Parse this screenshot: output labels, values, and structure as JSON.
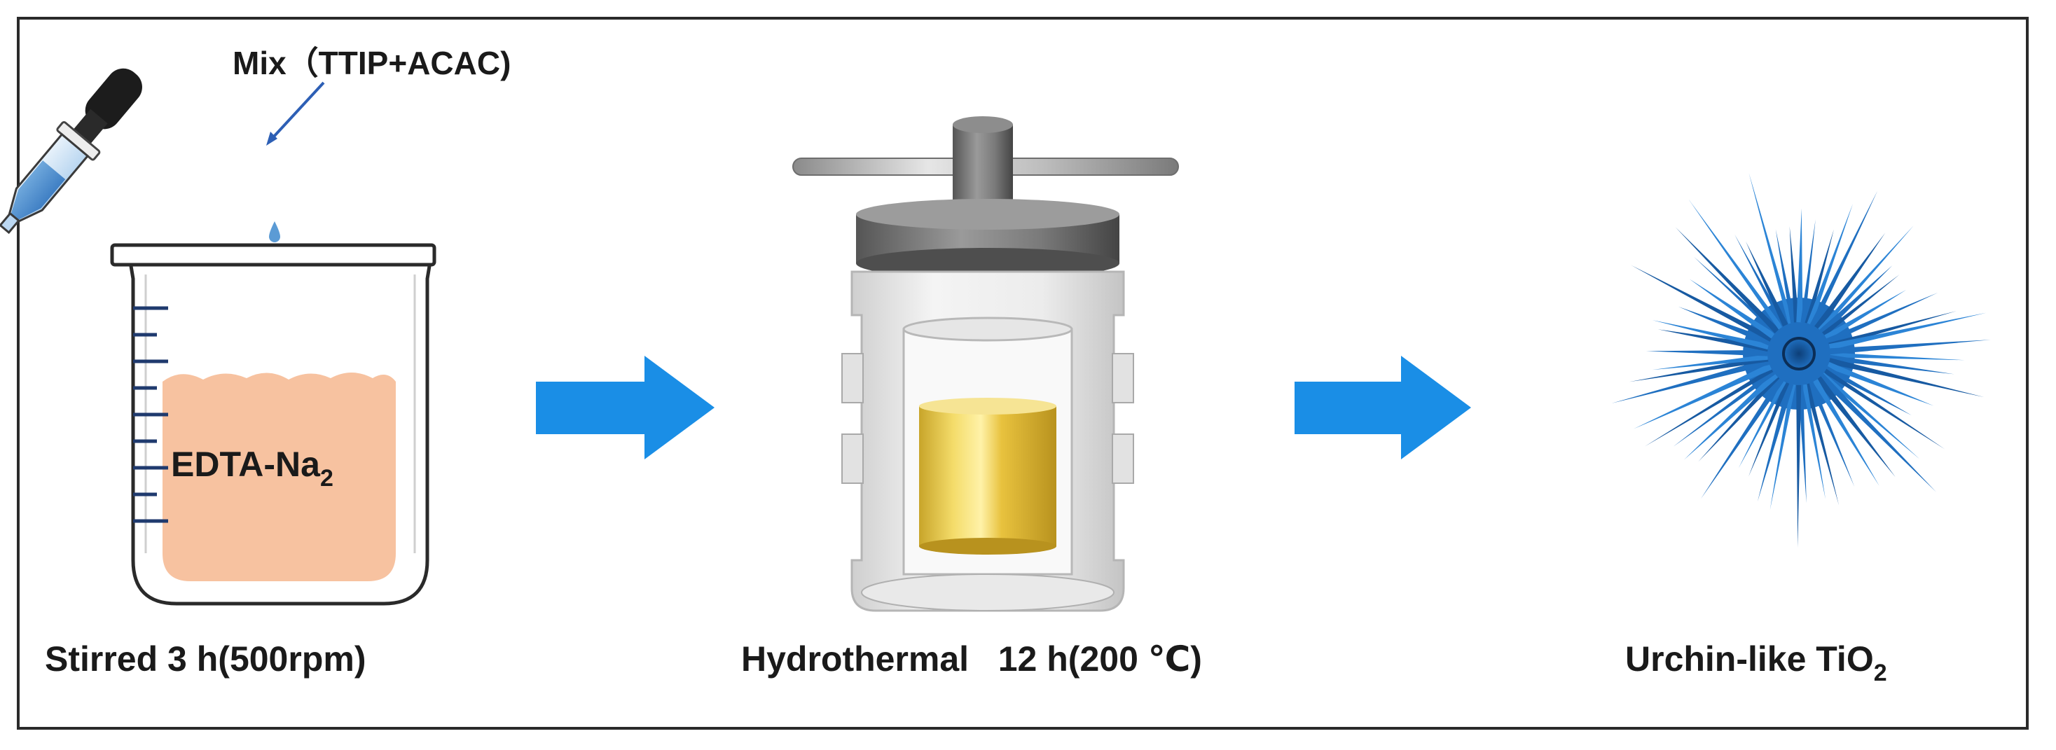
{
  "steps": [
    {
      "caption": "Stirred 3 h(500rpm)"
    },
    {
      "caption": "Hydrothermal   12 h(200 ℃)"
    },
    {
      "caption_main": "Urchin-like TiO",
      "caption_sub": "2"
    }
  ],
  "beaker": {
    "solution_main": "EDTA-Na",
    "solution_sub": "2"
  },
  "dropper": {
    "label": "Mix（TTIP+ACAC)"
  },
  "colors": {
    "arrow": "#1a8ee6",
    "solution": "#f7c2a0",
    "urchin": "#1f6fc0",
    "liquid_gold": "#e4c237"
  },
  "icons": [
    "dropper-icon",
    "beaker-icon",
    "autoclave-icon",
    "urchin-icon",
    "process-arrow-icon"
  ]
}
